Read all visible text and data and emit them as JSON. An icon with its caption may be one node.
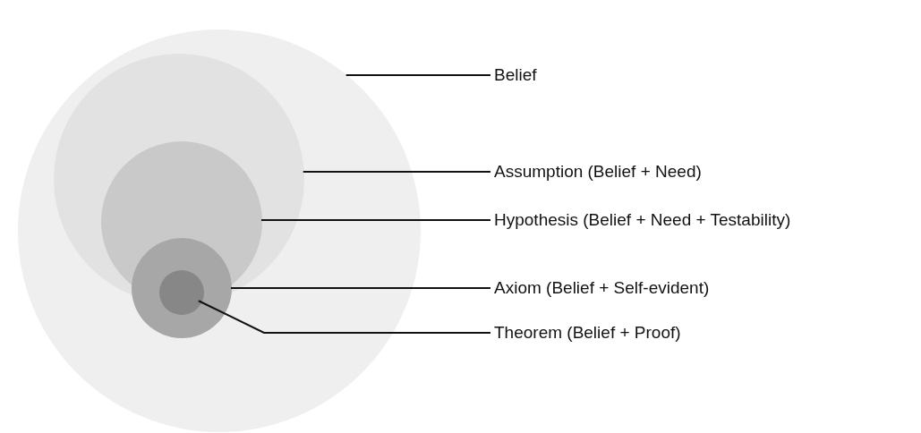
{
  "diagram": {
    "nodes": [
      {
        "text": [],
        "shape": "circle"
      },
      {
        "text": [],
        "shape": "circle",
        "in": 0
      },
      {
        "text": [],
        "shape": "circle",
        "in": 1
      },
      {
        "text": [],
        "shape": "circle",
        "in": 0
      },
      {
        "text": [],
        "shape": "circle",
        "in": 3
      },
      {
        "text": [
          "Belief"
        ]
      },
      {
        "text": [
          "Assumption (Belief + Need)"
        ]
      },
      {
        "text": [
          "Hypothesis (Belief + Need + Testability)"
        ]
      },
      {
        "text": [
          "Axiom (Belief + Self-evident)"
        ]
      },
      {
        "text": [
          "Theorem (Belief + Proof)"
        ]
      }
    ],
    "edges": [
      {
        "from": 5,
        "to": 0,
        "arrow": "none"
      },
      {
        "from": 6,
        "to": 1,
        "arrow": "none"
      },
      {
        "from": 7,
        "to": 2,
        "arrow": "none"
      },
      {
        "from": 8,
        "to": 3,
        "arrow": "none"
      },
      {
        "from": 9,
        "to": 4,
        "arrow": "none"
      }
    ]
  }
}
